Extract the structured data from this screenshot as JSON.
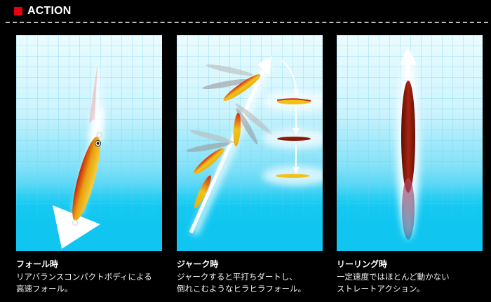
{
  "header": {
    "title": "ACTION",
    "marker_color": "#e60012"
  },
  "panels": [
    {
      "id": "fall",
      "title": "フォール時",
      "desc_line1": "リアバランスコンパクトボディによる",
      "desc_line2": "高速フォール。",
      "illustration": "lure-falling-diagonal-arrow"
    },
    {
      "id": "jerk",
      "title": "ジャーク時",
      "desc_line1": "ジャークすると平打ちダートし、",
      "desc_line2": "倒れこむようなヒラヒラフォール。",
      "illustration": "lure-jerk-dart-sequence"
    },
    {
      "id": "reeling",
      "title": "リーリング時",
      "desc_line1": "一定速度ではほとんど動かない",
      "desc_line2": "ストレートアクション。",
      "illustration": "lure-straight-retrieve-up-arrow"
    }
  ],
  "colors": {
    "water_top": "#eafcff",
    "water_bottom": "#10c6f0",
    "lure_gold": "#f2c21a",
    "lure_red": "#d22a10",
    "lure_dark_red": "#7a1206"
  }
}
